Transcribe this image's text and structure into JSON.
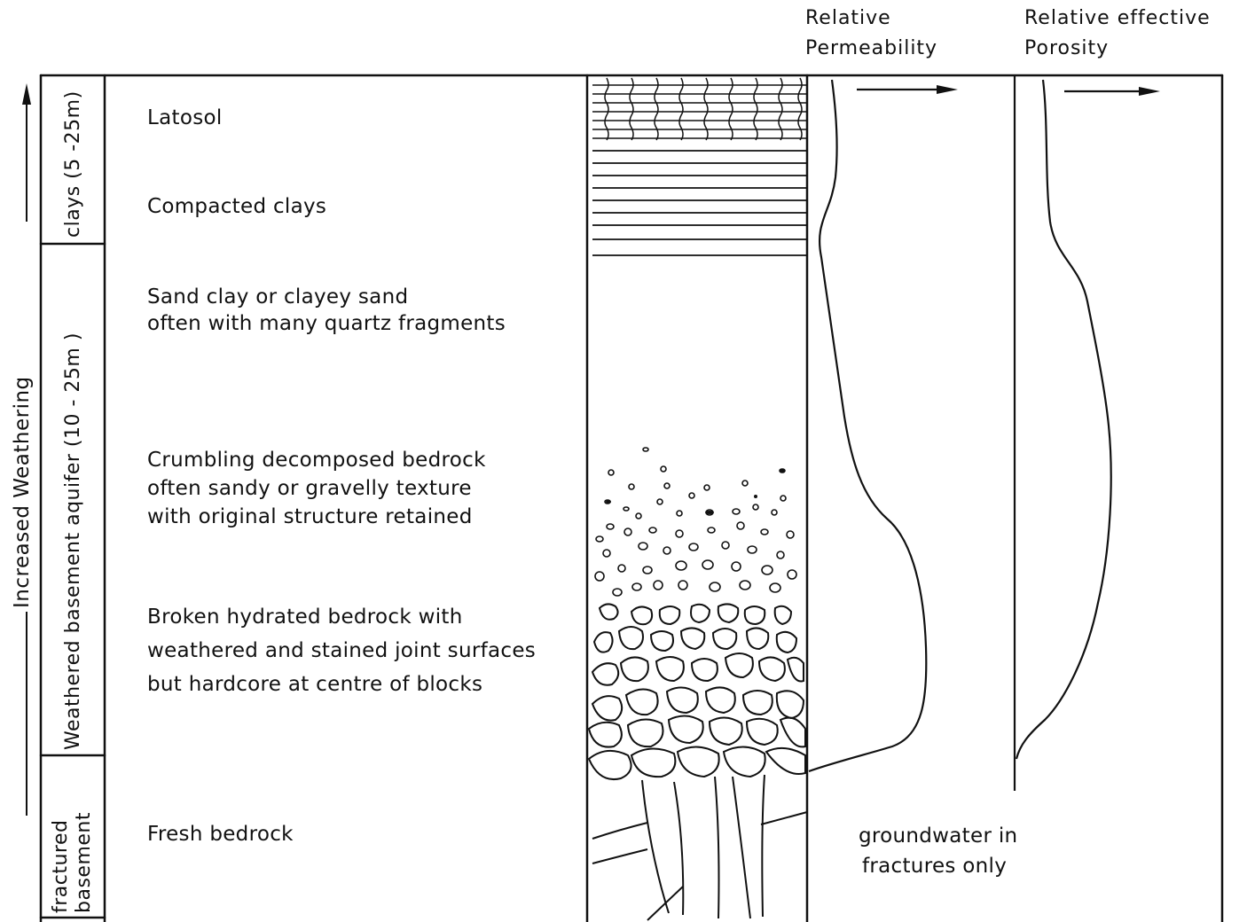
{
  "headers": {
    "permeability": [
      "Relative",
      "Permeability"
    ],
    "porosity": [
      "Relative effective",
      "Porosity"
    ]
  },
  "axis_label": "Increased Weathering",
  "zones": [
    {
      "label": "clays (5 -25m)"
    },
    {
      "label": "Weathered basement aquifer (10 - 25m )"
    },
    {
      "label_lines": [
        "fractured",
        "basement"
      ]
    }
  ],
  "layers": [
    {
      "lines": [
        "Latosol"
      ]
    },
    {
      "lines": [
        "Compacted clays"
      ]
    },
    {
      "lines": [
        "Sand clay or clayey sand",
        "often with many quartz fragments"
      ]
    },
    {
      "lines": [
        "Crumbling decomposed bedrock",
        "often sandy or gravelly texture",
        "with original structure retained"
      ]
    },
    {
      "lines": [
        "Broken hydrated bedrock with",
        "weathered and stained joint surfaces",
        "but hardcore at centre of blocks"
      ]
    },
    {
      "lines": [
        "Fresh bedrock"
      ]
    }
  ],
  "note": [
    "groundwater in",
    "fractures only"
  ]
}
